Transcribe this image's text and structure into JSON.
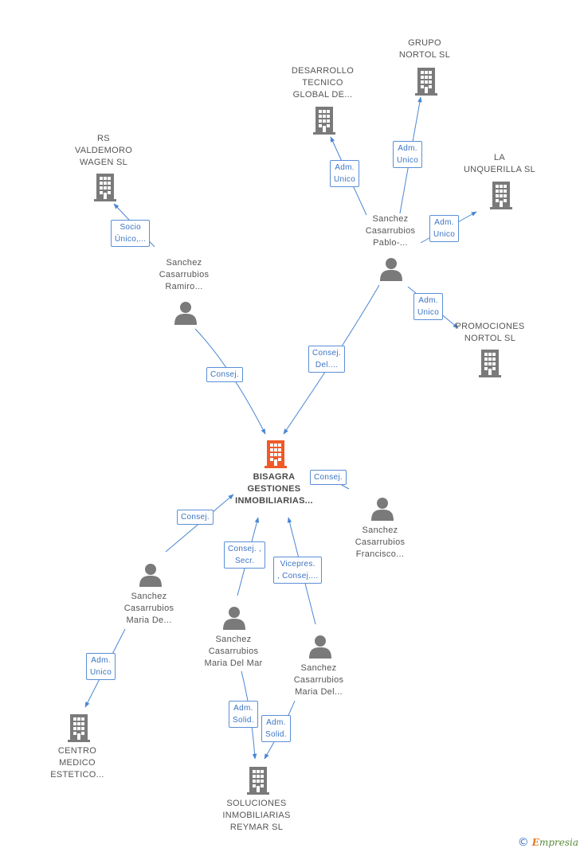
{
  "colors": {
    "edge": "#4a86d1",
    "node": "#7a7a7a",
    "focus": "#f05a28"
  },
  "nodes": [
    {
      "id": "bisagra",
      "type": "company",
      "focus": true,
      "lines": [
        "BISAGRA",
        "GESTIONES",
        "INMOBILIARIAS..."
      ]
    },
    {
      "id": "grupo_nortol",
      "type": "company",
      "lines": [
        "GRUPO",
        "NORTOL SL"
      ]
    },
    {
      "id": "desarrollo",
      "type": "company",
      "lines": [
        "DESARROLLO",
        "TECNICO",
        "GLOBAL DE..."
      ]
    },
    {
      "id": "rs_valdemoro",
      "type": "company",
      "lines": [
        "RS",
        "VALDEMORO",
        "WAGEN SL"
      ]
    },
    {
      "id": "la_unquerilla",
      "type": "company",
      "lines": [
        "LA",
        "UNQUERILLA SL"
      ]
    },
    {
      "id": "promociones",
      "type": "company",
      "lines": [
        "PROMOCIONES",
        "NORTOL SL"
      ]
    },
    {
      "id": "centro_medico",
      "type": "company",
      "lines": [
        "CENTRO",
        "MEDICO",
        "ESTETICO..."
      ]
    },
    {
      "id": "soluciones",
      "type": "company",
      "lines": [
        "SOLUCIONES",
        "INMOBILIARIAS",
        "REYMAR SL"
      ]
    },
    {
      "id": "pablo",
      "type": "person",
      "lines": [
        "Sanchez",
        "Casarrubios",
        "Pablo-..."
      ]
    },
    {
      "id": "ramiro",
      "type": "person",
      "lines": [
        "Sanchez",
        "Casarrubios",
        "Ramiro..."
      ]
    },
    {
      "id": "francisco",
      "type": "person",
      "lines": [
        "Sanchez",
        "Casarrubios",
        "Francisco..."
      ]
    },
    {
      "id": "maria_de",
      "type": "person",
      "lines": [
        "Sanchez",
        "Casarrubios",
        "Maria De..."
      ]
    },
    {
      "id": "maria_del_mar",
      "type": "person",
      "lines": [
        "Sanchez",
        "Casarrubios",
        "Maria Del Mar"
      ]
    },
    {
      "id": "maria_del",
      "type": "person",
      "lines": [
        "Sanchez",
        "Casarrubios",
        "Maria Del..."
      ]
    }
  ],
  "edges": [
    {
      "id": "e_pablo_desarrollo",
      "lines": [
        "Adm.",
        "Unico"
      ]
    },
    {
      "id": "e_pablo_grupo",
      "lines": [
        "Adm.",
        "Unico"
      ]
    },
    {
      "id": "e_pablo_unquerilla",
      "lines": [
        "Adm.",
        "Unico"
      ]
    },
    {
      "id": "e_pablo_promociones",
      "lines": [
        "Adm.",
        "Unico"
      ]
    },
    {
      "id": "e_ramiro_rs",
      "lines": [
        "Socio",
        "Único,..."
      ]
    },
    {
      "id": "e_ramiro_bisagra",
      "lines": [
        "Consej."
      ]
    },
    {
      "id": "e_pablo_bisagra",
      "lines": [
        "Consej.",
        "Del...."
      ]
    },
    {
      "id": "e_francisco_bisagra",
      "lines": [
        "Consej."
      ]
    },
    {
      "id": "e_mariade_bisagra",
      "lines": [
        "Consej."
      ]
    },
    {
      "id": "e_mariadelmar_bisagra",
      "lines": [
        "Consej. ,",
        "Secr."
      ]
    },
    {
      "id": "e_mariadel_bisagra",
      "lines": [
        "Vicepres.",
        ", Consej...."
      ]
    },
    {
      "id": "e_mariade_centro",
      "lines": [
        "Adm.",
        "Unico"
      ]
    },
    {
      "id": "e_mariadelmar_soluciones",
      "lines": [
        "Adm.",
        "Solid."
      ]
    },
    {
      "id": "e_mariadel_soluciones",
      "lines": [
        "Adm.",
        "Solid."
      ]
    }
  ],
  "brand": {
    "copyright": "©",
    "name_initial": "E",
    "name_rest": "mpresia"
  }
}
